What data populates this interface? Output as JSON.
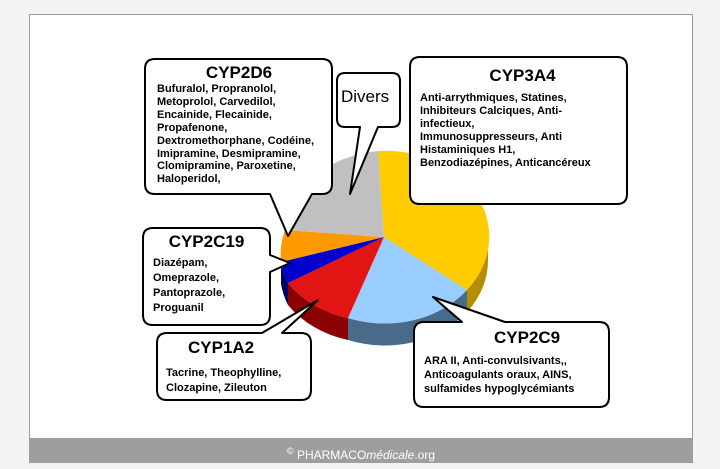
{
  "colors": {
    "cyp3a4": "#ffcc00",
    "cyp2c9": "#99ccff",
    "cyp1a2": "#e31414",
    "cyp2c19": "#0000cc",
    "cyp2d6": "#ff9900",
    "divers": "#c0c0c0",
    "side_yellow": "#b38f00",
    "side_blue": "#4a6a8a",
    "side_red": "#8b0000",
    "side_navy": "#000066"
  },
  "chart_data": {
    "type": "pie",
    "style": "3d",
    "slices": [
      {
        "label": "CYP3A4",
        "color": "#ffcc00"
      },
      {
        "label": "CYP2C9",
        "color": "#99ccff"
      },
      {
        "label": "CYP1A2",
        "color": "#e31414"
      },
      {
        "label": "CYP2C19",
        "color": "#0000cc"
      },
      {
        "label": "CYP2D6",
        "color": "#ff9900"
      },
      {
        "label": "Divers",
        "color": "#c0c0c0"
      }
    ]
  },
  "callouts": {
    "cyp2d6": {
      "title": "CYP2D6",
      "lines": [
        "Bufuralol, Propranolol,",
        "Metoprolol, Carvedilol,",
        "Encainide, Flecainide,",
        "Propafenone,",
        "Dextromethorphane, Codéine,",
        "Imipramine, Desmipramine,",
        "Clomipramine, Paroxetine,",
        "Haloperidol,"
      ]
    },
    "divers": {
      "title": "Divers"
    },
    "cyp3a4": {
      "title": "CYP3A4",
      "lines": [
        "Anti-arrythmiques, Statines,",
        "Inhibiteurs Calciques, Anti-",
        "infectieux,",
        "Immunosuppresseurs, Anti",
        "Histaminiques H1,",
        "Benzodiazépines, Anticancéreux"
      ]
    },
    "cyp2c19": {
      "title": "CYP2C19",
      "lines": [
        "Diazépam,",
        "Omeprazole,",
        "Pantoprazole,",
        "Proguanil"
      ]
    },
    "cyp1a2": {
      "title": "CYP1A2",
      "lines": [
        "Tacrine, Theophylline,",
        "Clozapine, Zileuton"
      ]
    },
    "cyp2c9": {
      "title": "CYP2C9",
      "lines": [
        "ARA II, Anti-convulsivants,,",
        "Anticoagulants oraux, AINS,",
        "sulfamides hypoglycémiants"
      ]
    }
  },
  "footer": {
    "copyright": "©",
    "brand": "PHARMACO",
    "brand_italic": "médicale",
    "suffix": ".org"
  }
}
